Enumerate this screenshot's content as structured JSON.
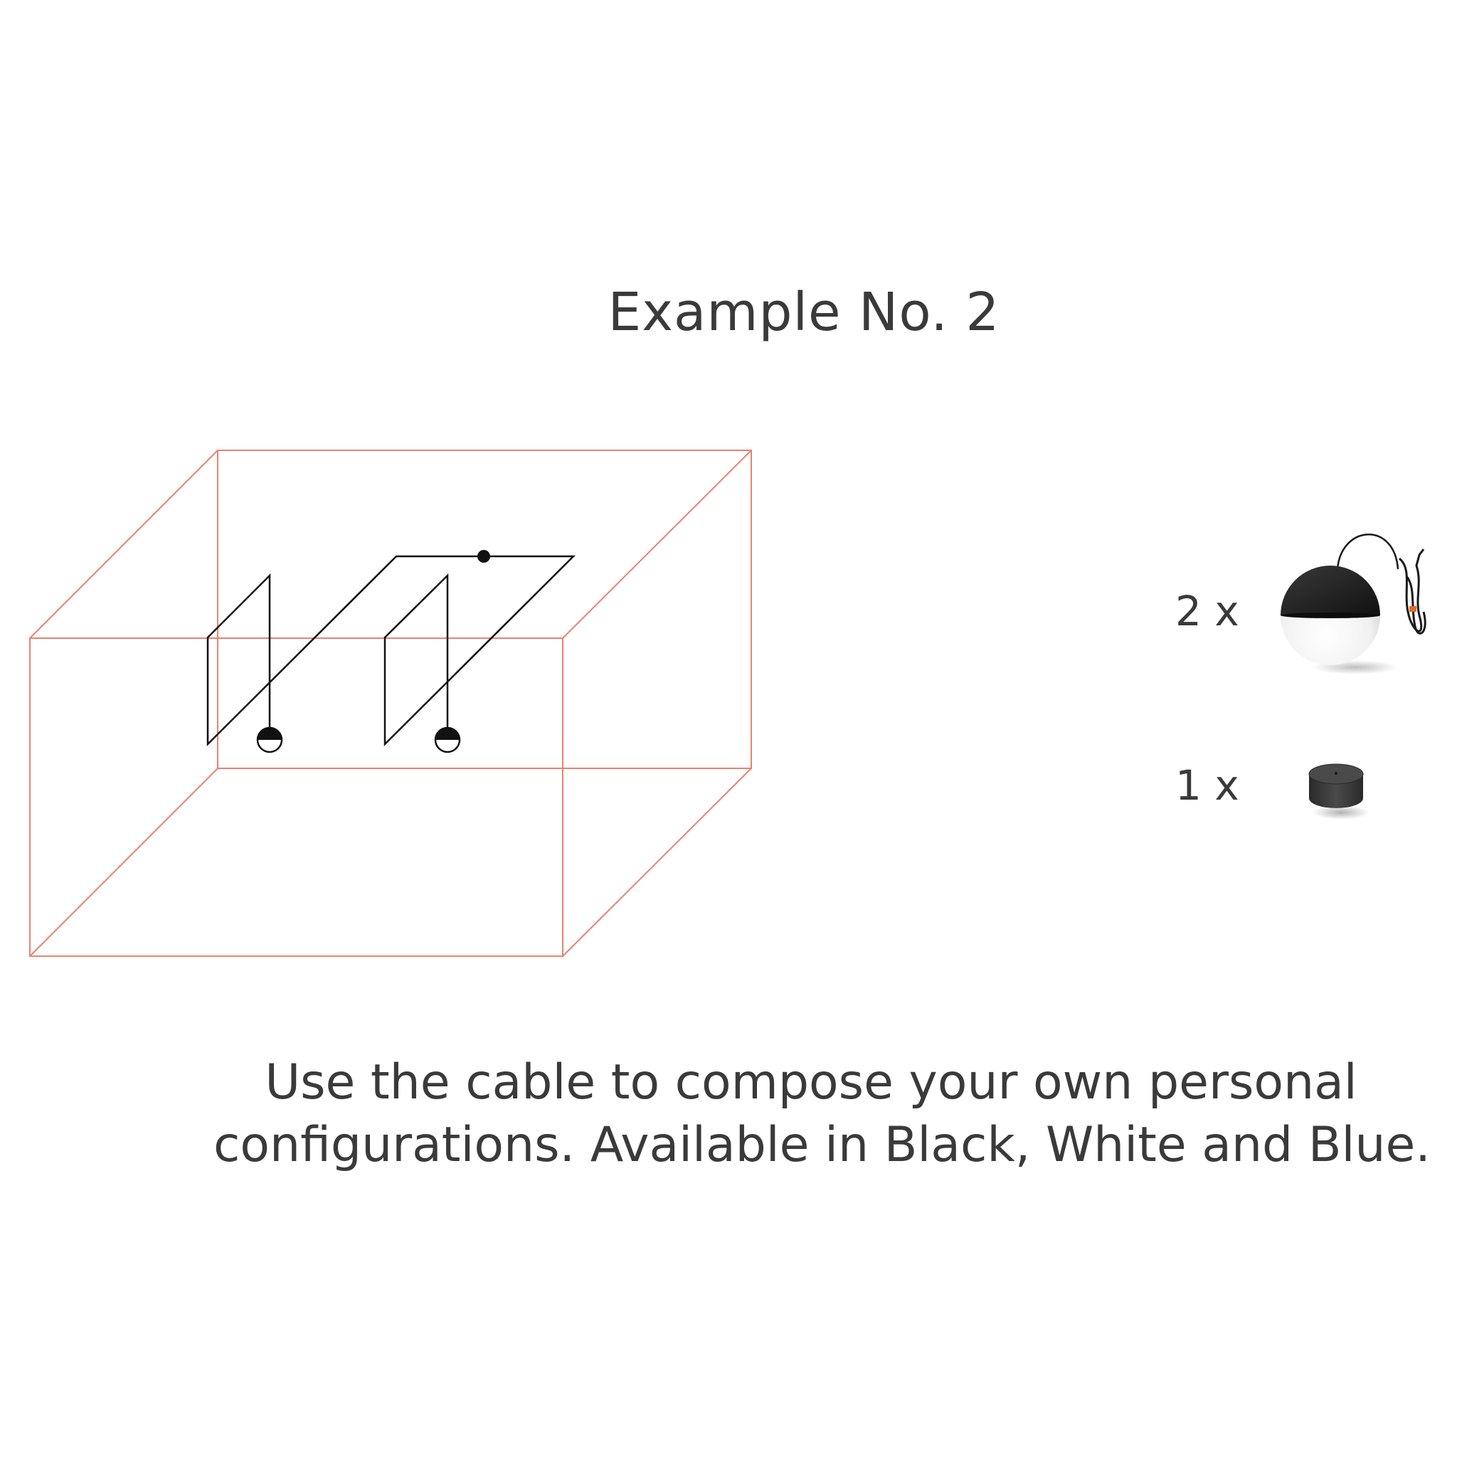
{
  "title": "Example No. 2",
  "caption": {
    "line1": "Use the cable  to compose your own personal",
    "line2": "configurations. Available in Black, White and Blue."
  },
  "components": [
    {
      "quantity": "2 x",
      "icon": "pendant-lamp-icon"
    },
    {
      "quantity": "1 x",
      "icon": "canopy-hub-icon"
    }
  ],
  "colors": {
    "room_outline": "#e8836f",
    "cable": "#111111",
    "text": "#3a3a3a"
  }
}
